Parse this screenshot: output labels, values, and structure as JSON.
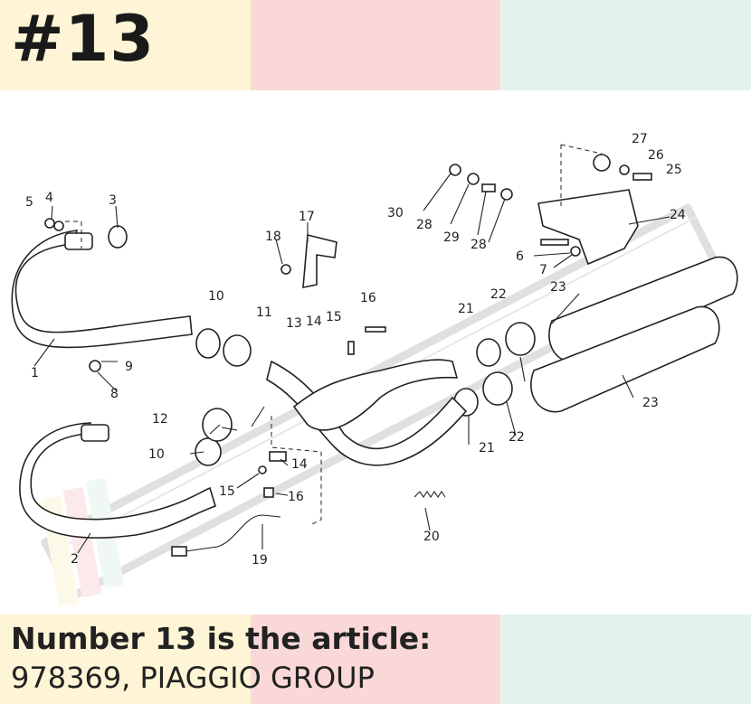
{
  "heading": "#13",
  "caption": {
    "line1": "Number 13 is the article:",
    "line2": "978369, PIAGGIO GROUP"
  },
  "colors": {
    "band_yellow": "#fdf5d6",
    "band_pink": "#fbd8d8",
    "band_mint": "#e3f3ec",
    "watermark": "#c8c8c8"
  },
  "watermark_icon": "motomondo-logo",
  "part_labels": [
    "1",
    "2",
    "3",
    "4",
    "5",
    "6",
    "7",
    "8",
    "9",
    "10",
    "10",
    "11",
    "12",
    "13",
    "14",
    "14",
    "15",
    "15",
    "16",
    "16",
    "17",
    "18",
    "19",
    "20",
    "21",
    "21",
    "22",
    "22",
    "23",
    "23",
    "24",
    "25",
    "26",
    "27",
    "28",
    "28",
    "29",
    "30"
  ]
}
